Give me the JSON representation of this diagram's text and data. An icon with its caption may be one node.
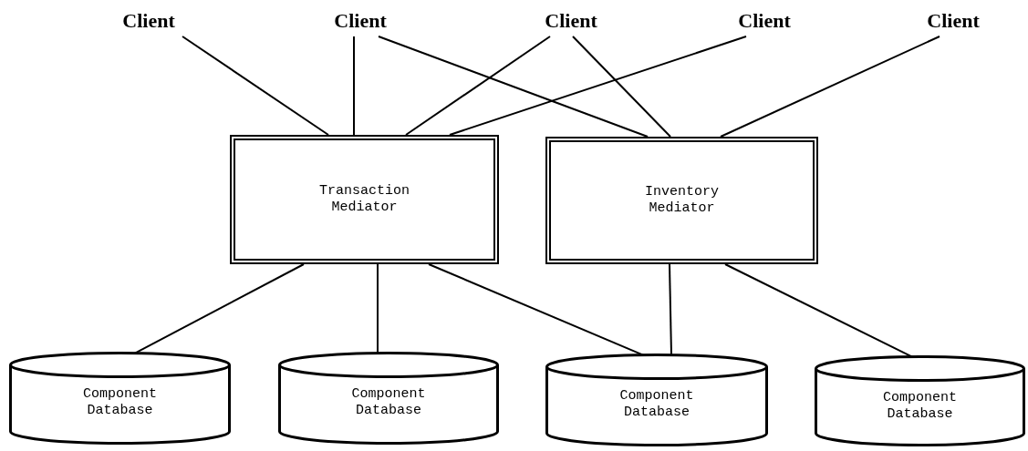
{
  "diagram": {
    "nodes": [
      {
        "text": [
          "Client"
        ]
      },
      {
        "text": [
          "Client"
        ]
      },
      {
        "text": [
          "Client"
        ]
      },
      {
        "text": [
          "Client"
        ]
      },
      {
        "text": [
          "Client"
        ]
      },
      {
        "text": [
          "Transaction Mediator"
        ]
      },
      {
        "text": [
          "Inventory Mediator"
        ]
      },
      {
        "text": [
          "Component Database"
        ]
      },
      {
        "text": [
          "Component Database"
        ]
      },
      {
        "text": [
          "Component Database"
        ]
      },
      {
        "text": [
          "Component Database"
        ]
      }
    ],
    "edges": [
      {
        "from": 0,
        "to": 5,
        "arrow": "none"
      },
      {
        "from": 1,
        "to": 5,
        "arrow": "none"
      },
      {
        "from": 1,
        "to": 6,
        "arrow": "none"
      },
      {
        "from": 2,
        "to": 5,
        "arrow": "none"
      },
      {
        "from": 2,
        "to": 6,
        "arrow": "none"
      },
      {
        "from": 3,
        "to": 5,
        "arrow": "none"
      },
      {
        "from": 4,
        "to": 6,
        "arrow": "none"
      },
      {
        "from": 5,
        "to": 7,
        "arrow": "none"
      },
      {
        "from": 5,
        "to": 8,
        "arrow": "none"
      },
      {
        "from": 5,
        "to": 9,
        "arrow": "none"
      },
      {
        "from": 6,
        "to": 9,
        "arrow": "none"
      },
      {
        "from": 6,
        "to": 10,
        "arrow": "none"
      }
    ]
  }
}
